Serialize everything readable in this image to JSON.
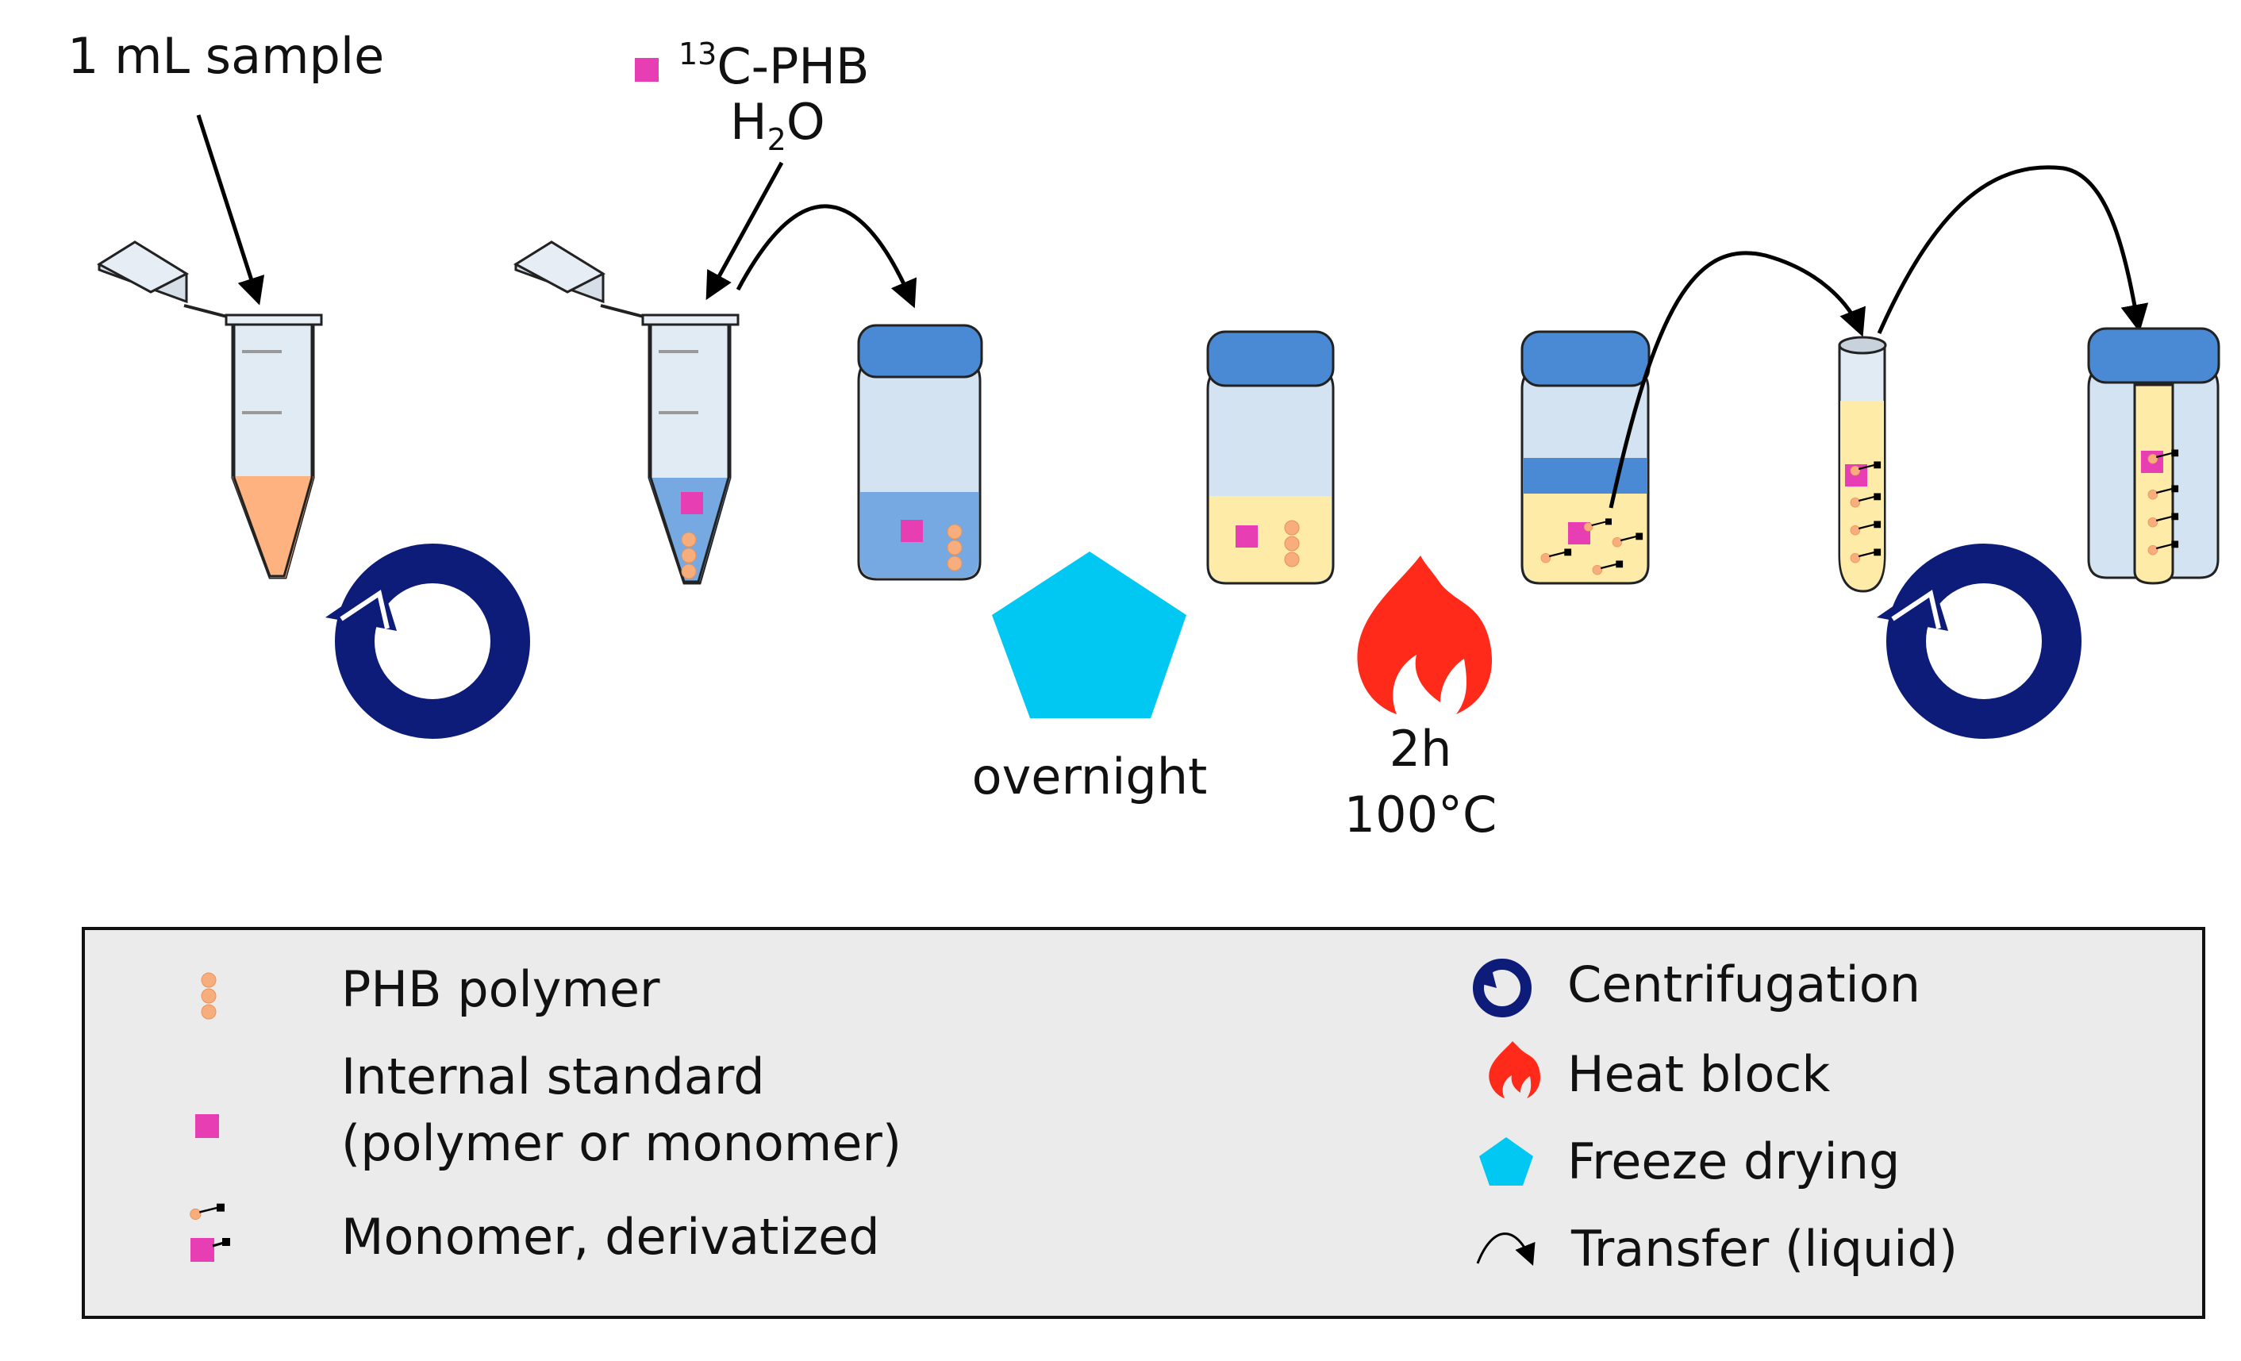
{
  "labels": {
    "sample": "1 mL sample",
    "standard_sup": "13",
    "standard_main": "C-PHB",
    "water_h": "H",
    "water_sub": "2",
    "water_o": "O",
    "freeze_time": "overnight",
    "heat_time": "2h",
    "heat_temp": "100°C"
  },
  "legend": {
    "items": [
      {
        "icon": "phb-polymer-beads-icon",
        "label": "PHB polymer"
      },
      {
        "icon": "internal-standard-square-icon",
        "label_line1": "Internal standard",
        "label_line2": "(polymer or monomer)"
      },
      {
        "icon": "derivatized-monomer-icon",
        "label": "Monomer, derivatized"
      },
      {
        "icon": "centrifugation-icon",
        "label": "Centrifugation"
      },
      {
        "icon": "flame-icon",
        "label": "Heat block"
      },
      {
        "icon": "pentagon-icon",
        "label": "Freeze drying"
      },
      {
        "icon": "transfer-arc-icon",
        "label": "Transfer (liquid)"
      }
    ]
  },
  "colors": {
    "sample_liquid": "#FDB27F",
    "standard": "#E83EB4",
    "bead": "#F8AD7C",
    "cap": "#4A89D4",
    "water_blue": "#76A9E2",
    "yellow_liquid": "#FDEBA7",
    "centrifuge": "#0C1C78",
    "flame": "#FF2A1A",
    "freeze": "#00C8F2",
    "legend_bg": "#EBEBEB"
  }
}
